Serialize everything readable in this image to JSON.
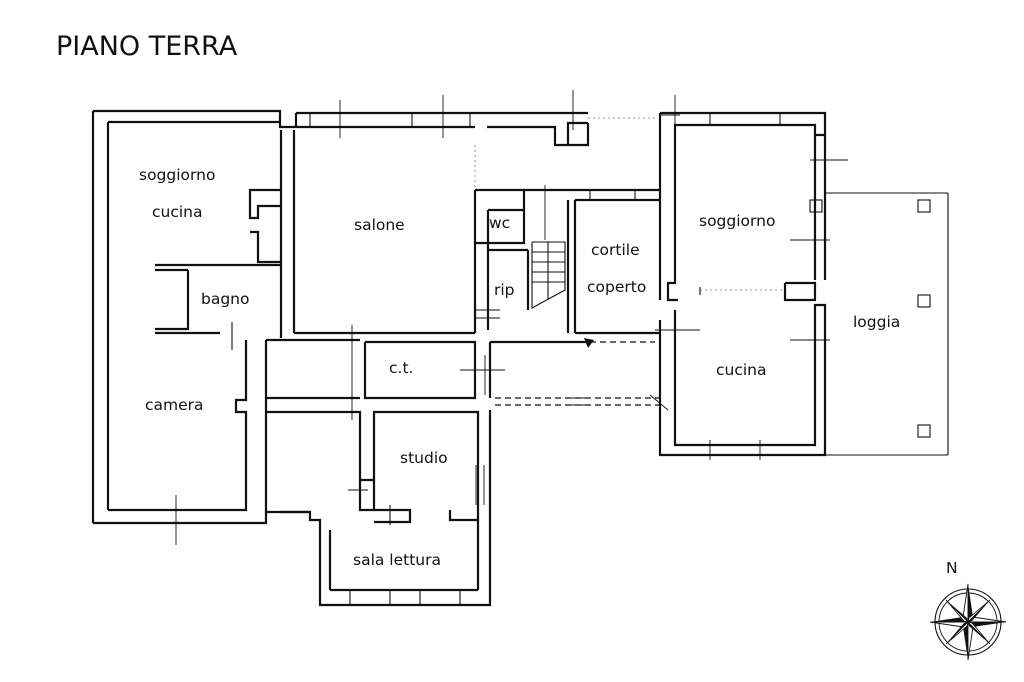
{
  "title": "PIANO TERRA",
  "rooms": {
    "soggiorno_cucina_line1": "soggiorno",
    "soggiorno_cucina_line2": "cucina",
    "salone": "salone",
    "wc": "wc",
    "rip": "rip",
    "cortile_line1": "cortile",
    "cortile_line2": "coperto",
    "soggiorno_right": "soggiorno",
    "bagno": "bagno",
    "loggia": "loggia",
    "ct": "c.t.",
    "cucina_right": "cucina",
    "camera": "camera",
    "studio": "studio",
    "sala_lettura": "sala lettura"
  },
  "compass": {
    "north_label": "N",
    "icon": "compass-rose-icon"
  }
}
